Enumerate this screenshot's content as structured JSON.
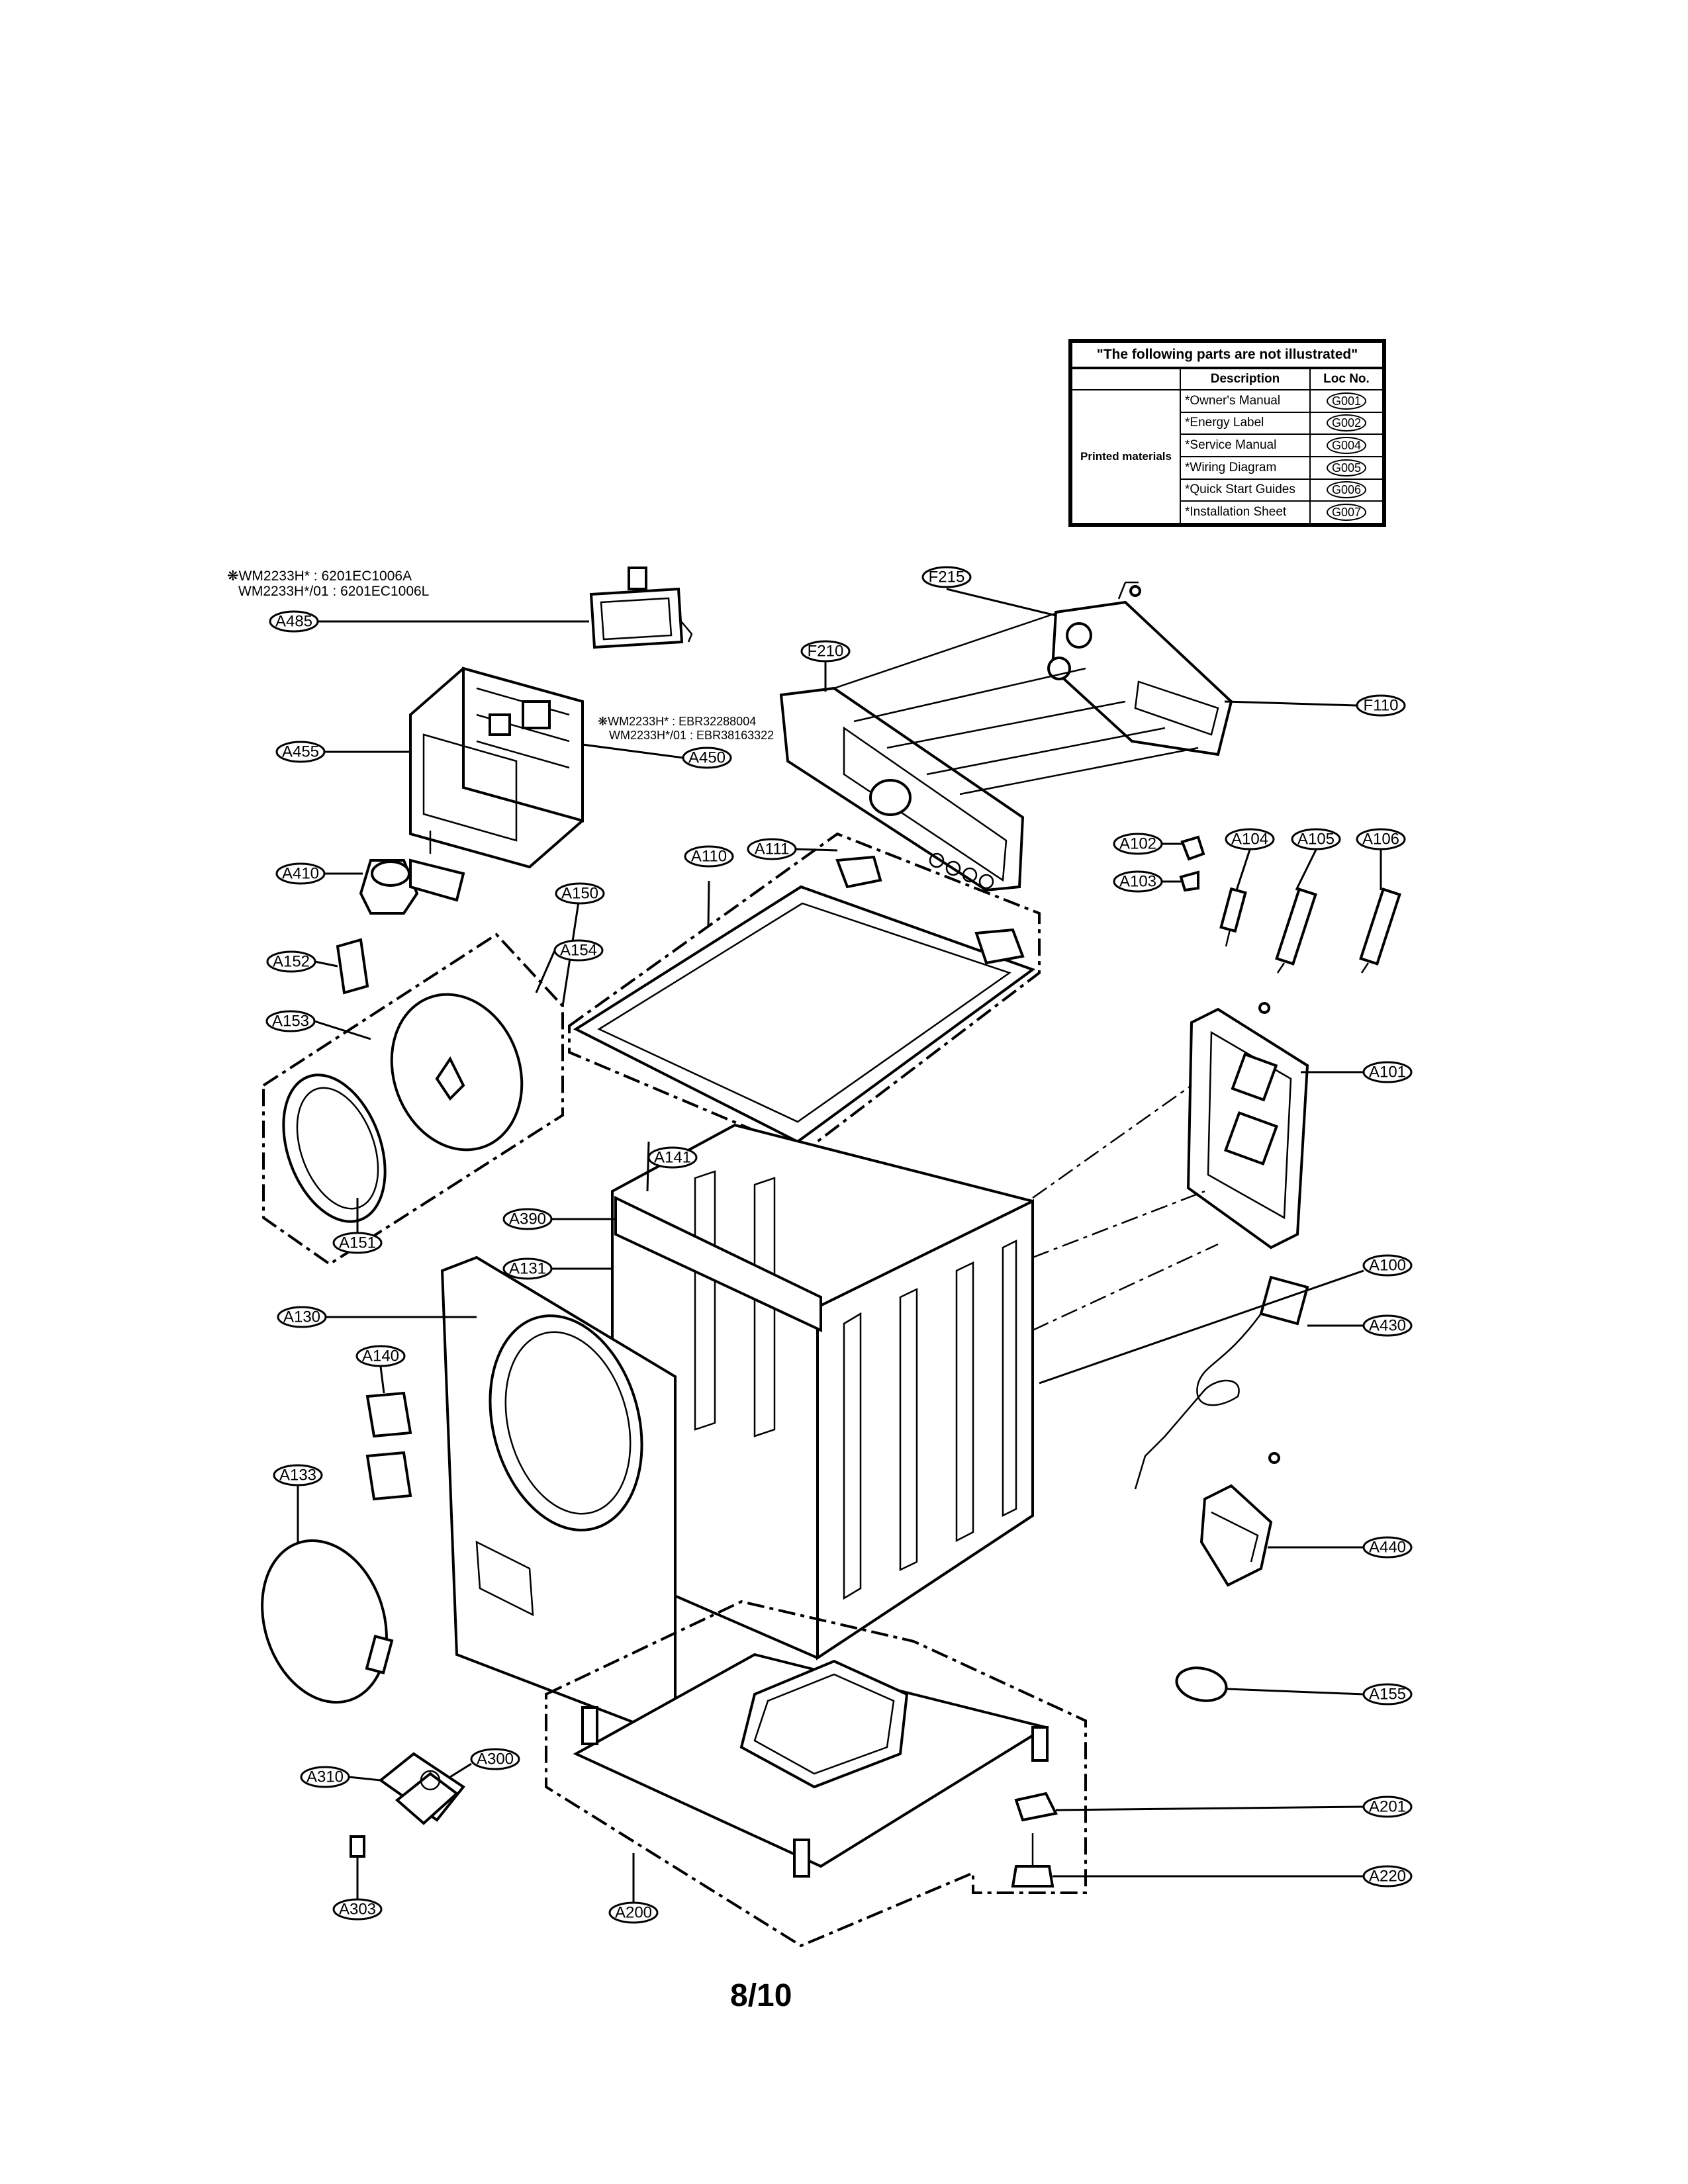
{
  "parts_table": {
    "title": "\"The following parts are not illustrated\"",
    "col_description": "Description",
    "col_loc": "Loc No.",
    "category": "Printed materials",
    "rows": [
      {
        "description": "*Owner's Manual",
        "loc": "G001"
      },
      {
        "description": "*Energy Label",
        "loc": "G002"
      },
      {
        "description": "*Service Manual",
        "loc": "G004"
      },
      {
        "description": "*Wiring Diagram",
        "loc": "G005"
      },
      {
        "description": "*Quick Start Guides",
        "loc": "G006"
      },
      {
        "description": "*Installation Sheet",
        "loc": "G007"
      }
    ]
  },
  "notes": {
    "a485_line1": "❋WM2233H* : 6201EC1006A",
    "a485_line2": "WM2233H*/01 : 6201EC1006L",
    "a450_line1": "❋WM2233H* : EBR32288004",
    "a450_line2": "WM2233H*/01 : EBR38163322"
  },
  "callouts": {
    "A485": "A485",
    "A455": "A455",
    "A450": "A450",
    "A410": "A410",
    "F215": "F215",
    "F210": "F210",
    "F110": "F110",
    "A150": "A150",
    "A152": "A152",
    "A154": "A154",
    "A153": "A153",
    "A151": "A151",
    "A110": "A110",
    "A111": "A111",
    "A102": "A102",
    "A103": "A103",
    "A104": "A104",
    "A105": "A105",
    "A106": "A106",
    "A101": "A101",
    "A141": "A141",
    "A390": "A390",
    "A131": "A131",
    "A100": "A100",
    "A130": "A130",
    "A430": "A430",
    "A140": "A140",
    "A133": "A133",
    "A440": "A440",
    "A155": "A155",
    "A300": "A300",
    "A310": "A310",
    "A201": "A201",
    "A303": "A303",
    "A200": "A200",
    "A220": "A220"
  },
  "page_number": "8/10"
}
